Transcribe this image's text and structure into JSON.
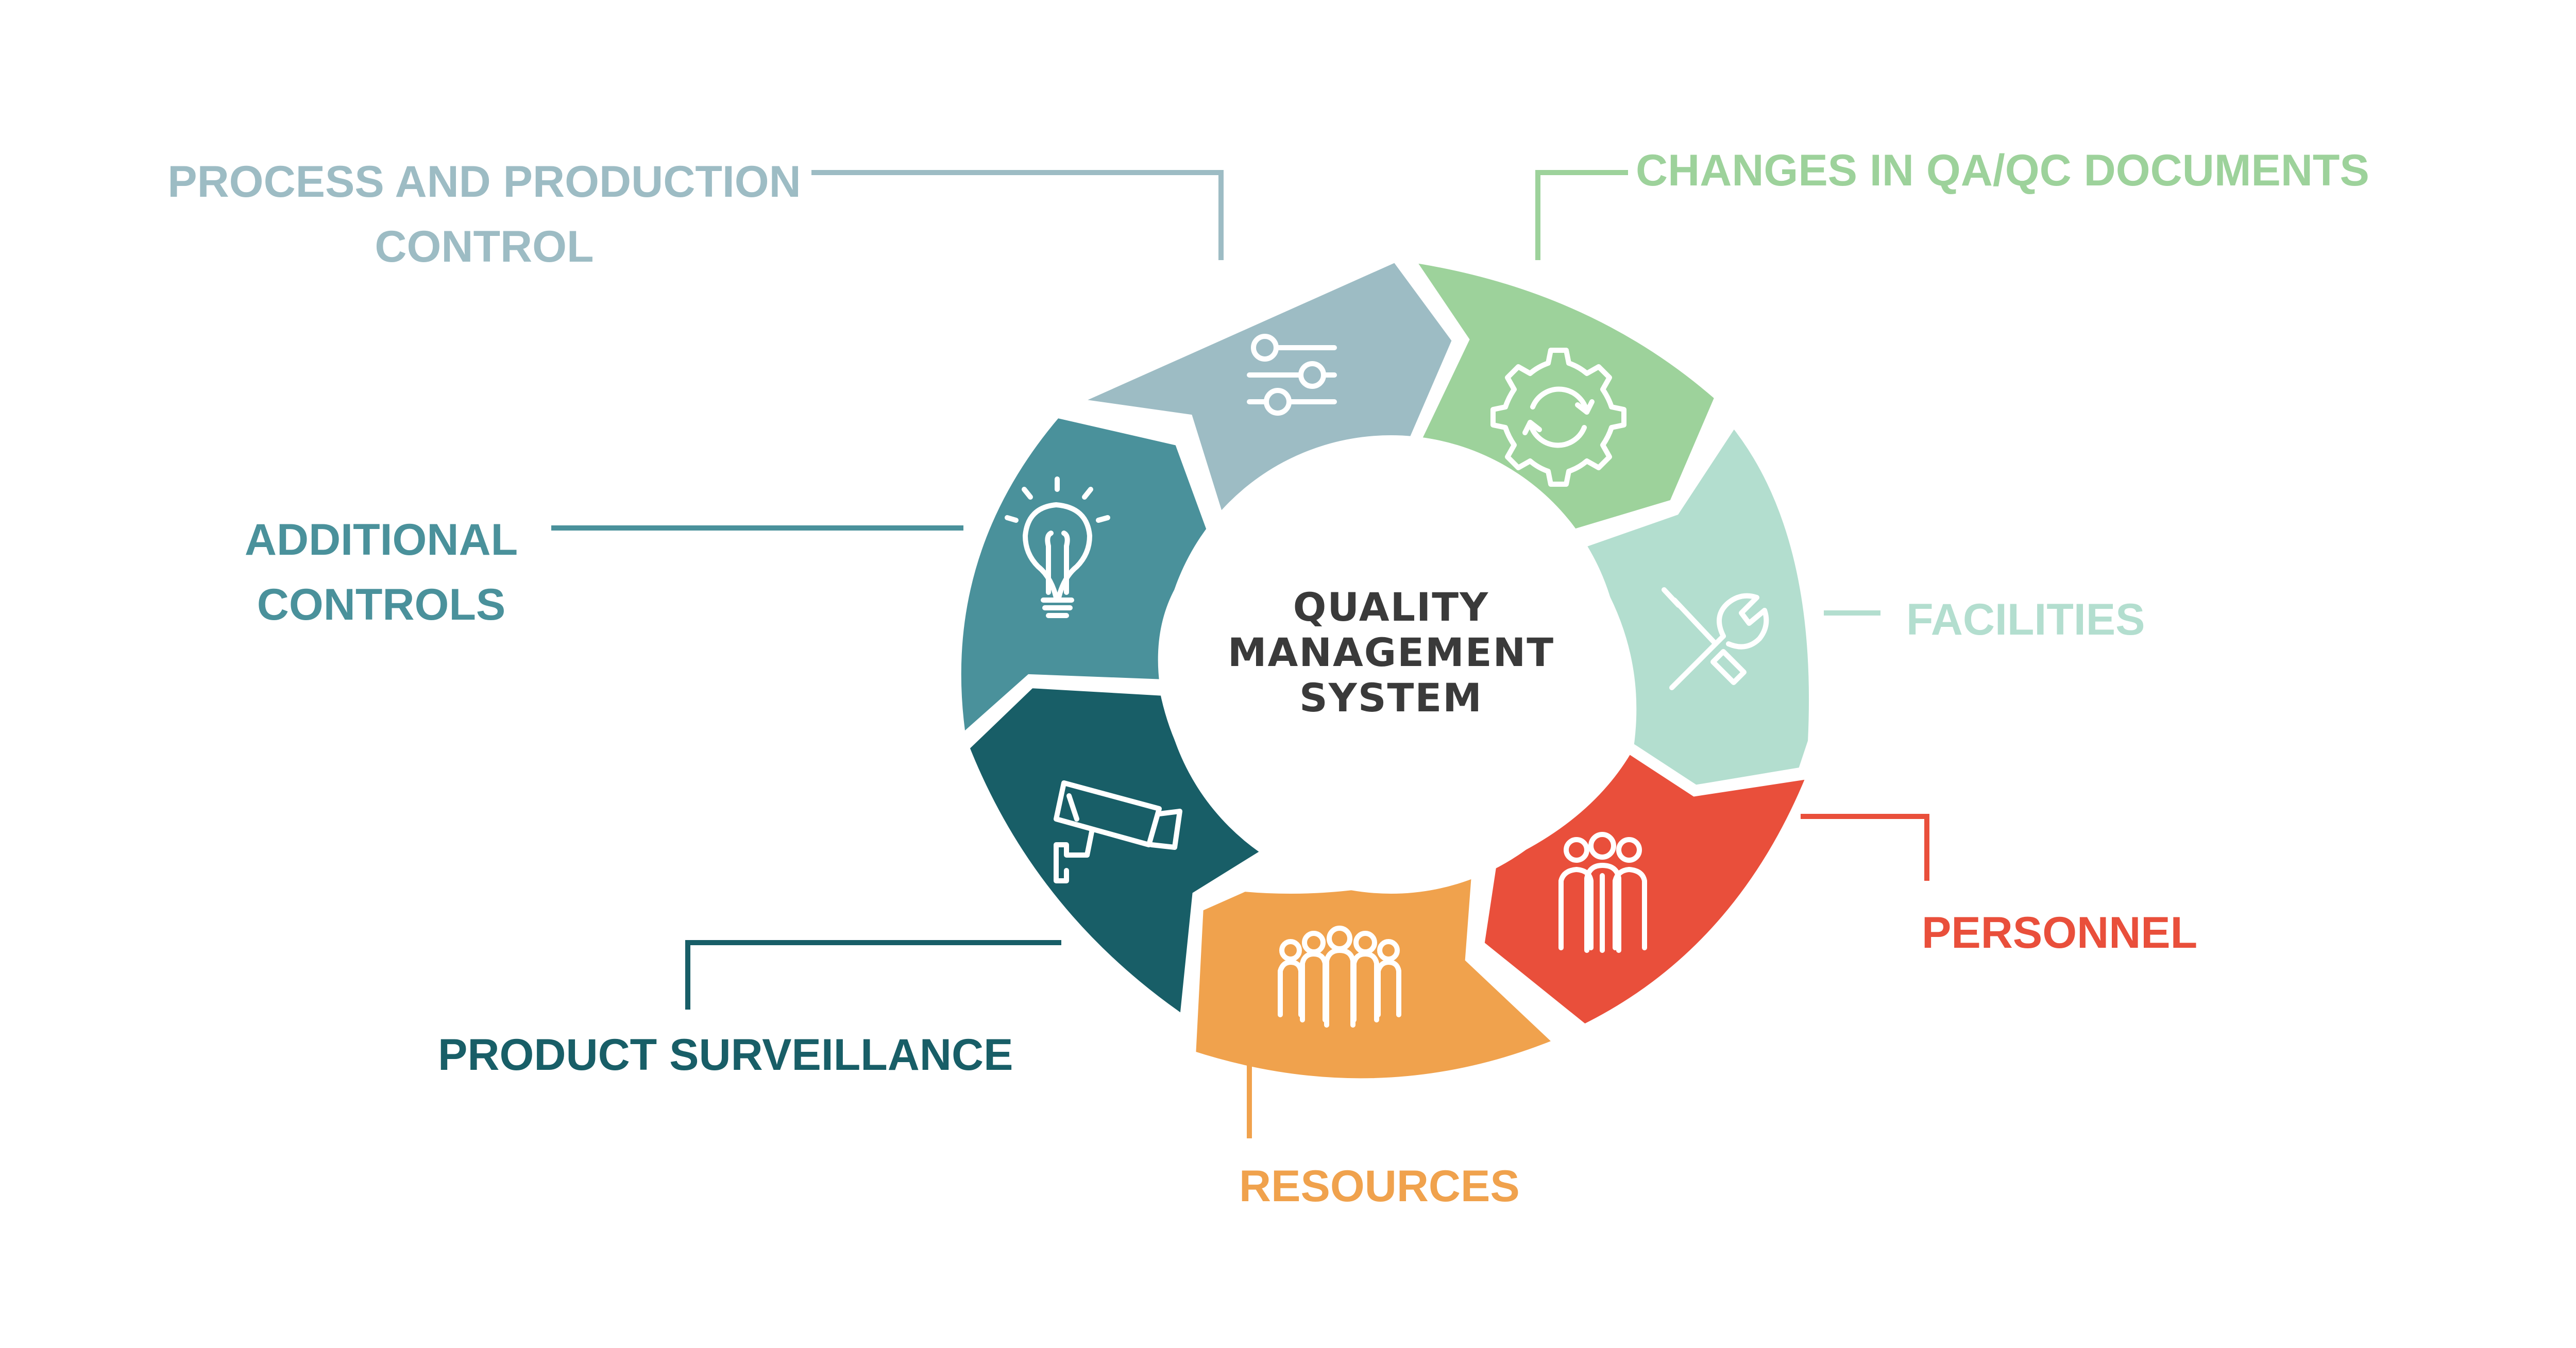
{
  "center": {
    "lines": [
      "QUALITY",
      "MANAGEMENT",
      "SYSTEM"
    ]
  },
  "segments": [
    {
      "key": "process",
      "lines": [
        "PROCESS AND PRODUCTION",
        "CONTROL"
      ],
      "color": "#9dbcc4",
      "icon": "sliders-icon"
    },
    {
      "key": "changes",
      "lines": [
        "CHANGES IN QA/QC DOCUMENTS"
      ],
      "color": "#9dd29b",
      "icon": "gear-refresh-icon"
    },
    {
      "key": "facilities",
      "lines": [
        "FACILITIES"
      ],
      "color": "#b3decf",
      "icon": "wrench-screwdriver-icon"
    },
    {
      "key": "personnel",
      "lines": [
        "PERSONNEL"
      ],
      "color": "#e94f3b",
      "icon": "group-of-three-people-icon"
    },
    {
      "key": "resources",
      "lines": [
        "RESOURCES"
      ],
      "color": "#f0a24d",
      "icon": "crowd-of-people-icon"
    },
    {
      "key": "surveillance",
      "lines": [
        "PRODUCT SURVEILLANCE"
      ],
      "color": "#185e67",
      "icon": "security-camera-icon"
    },
    {
      "key": "additional",
      "lines": [
        "ADDITIONAL",
        "CONTROLS"
      ],
      "color": "#4a919b",
      "icon": "light-bulb-icon"
    }
  ]
}
